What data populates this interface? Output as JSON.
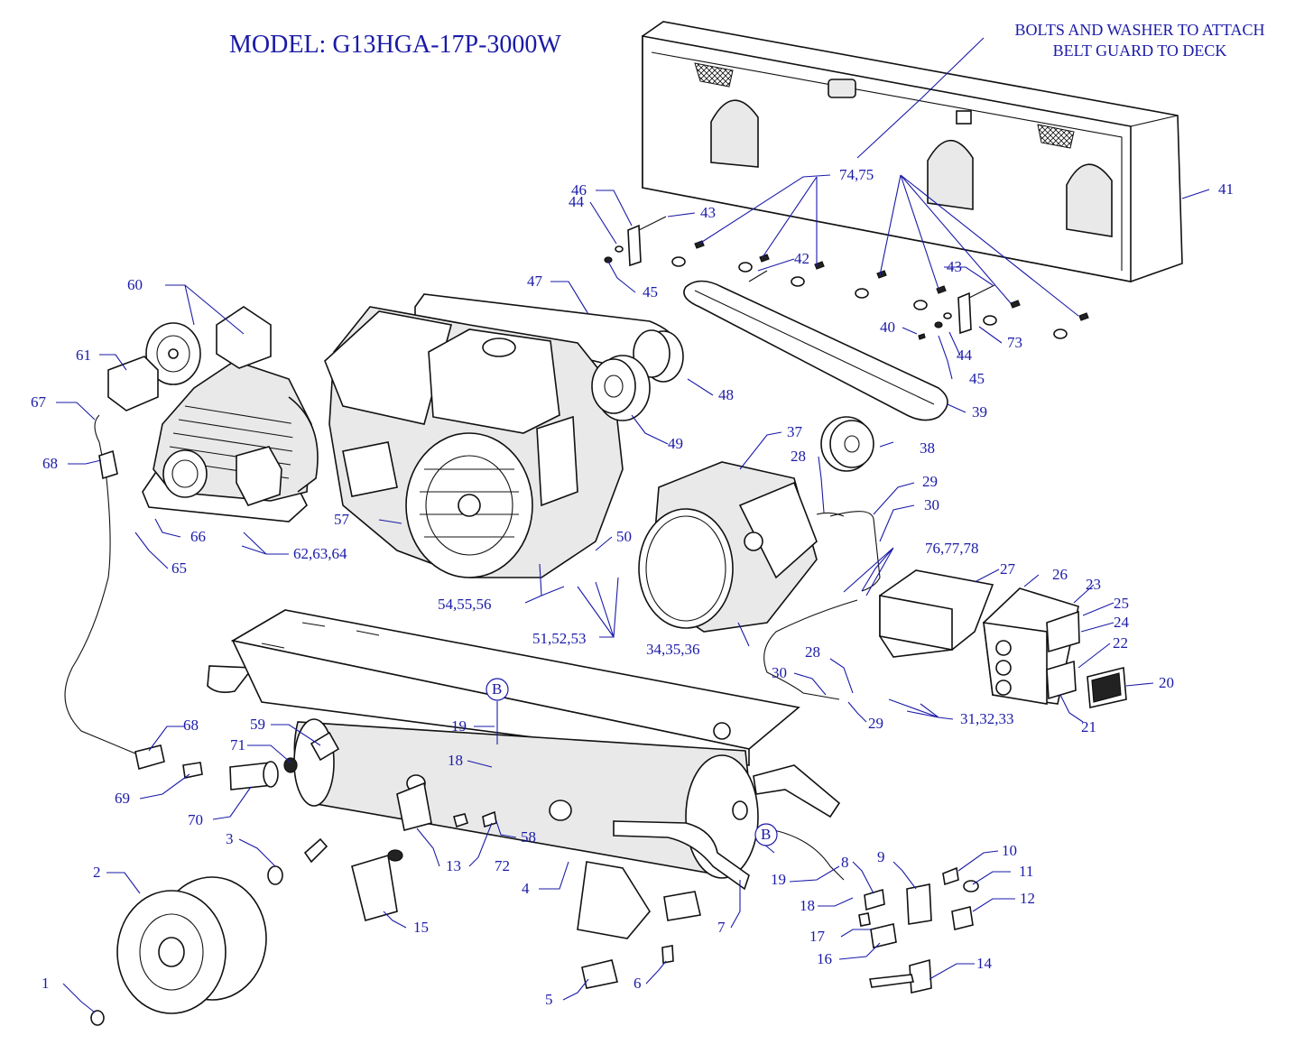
{
  "title": "MODEL: G13HGA-17P-3000W",
  "note": {
    "line1": "BOLTS AND WASHER TO ATTACH",
    "line2": "BELT GUARD TO DECK"
  },
  "callouts": {
    "c1": "1",
    "c2": "2",
    "c3": "3",
    "c4": "4",
    "c5": "5",
    "c6": "6",
    "c7": "7",
    "c8": "8",
    "c9": "9",
    "c10": "10",
    "c11": "11",
    "c12": "12",
    "c13": "13",
    "c14": "14",
    "c15": "15",
    "c16": "16",
    "c17": "17",
    "c18a": "18",
    "c18b": "18",
    "c19a": "19",
    "c19b": "19",
    "c20": "20",
    "c21": "21",
    "c22": "22",
    "c23": "23",
    "c24": "24",
    "c25": "25",
    "c26": "26",
    "c27": "27",
    "c28a": "28",
    "c28b": "28",
    "c29a": "29",
    "c29b": "29",
    "c30a": "30",
    "c30b": "30",
    "c31": "31,32,33",
    "c34": "34,35,36",
    "c37": "37",
    "c38": "38",
    "c39": "39",
    "c40": "40",
    "c41": "41",
    "c42": "42",
    "c43a": "43",
    "c43b": "43",
    "c44a": "44",
    "c44b": "44",
    "c45a": "45",
    "c45b": "45",
    "c46": "46",
    "c47": "47",
    "c48": "48",
    "c49": "49",
    "c50": "50",
    "c51": "51,52,53",
    "c54": "54,55,56",
    "c57": "57",
    "c58": "58",
    "c59": "59",
    "c60": "60",
    "c61": "61",
    "c62": "62,63,64",
    "c65": "65",
    "c66": "66",
    "c67": "67",
    "c68a": "68",
    "c68b": "68",
    "c69": "69",
    "c70": "70",
    "c71": "71",
    "c72": "72",
    "c73": "73",
    "c74": "74,75",
    "c76": "76,77,78",
    "cBa": "B",
    "cBb": "B"
  }
}
